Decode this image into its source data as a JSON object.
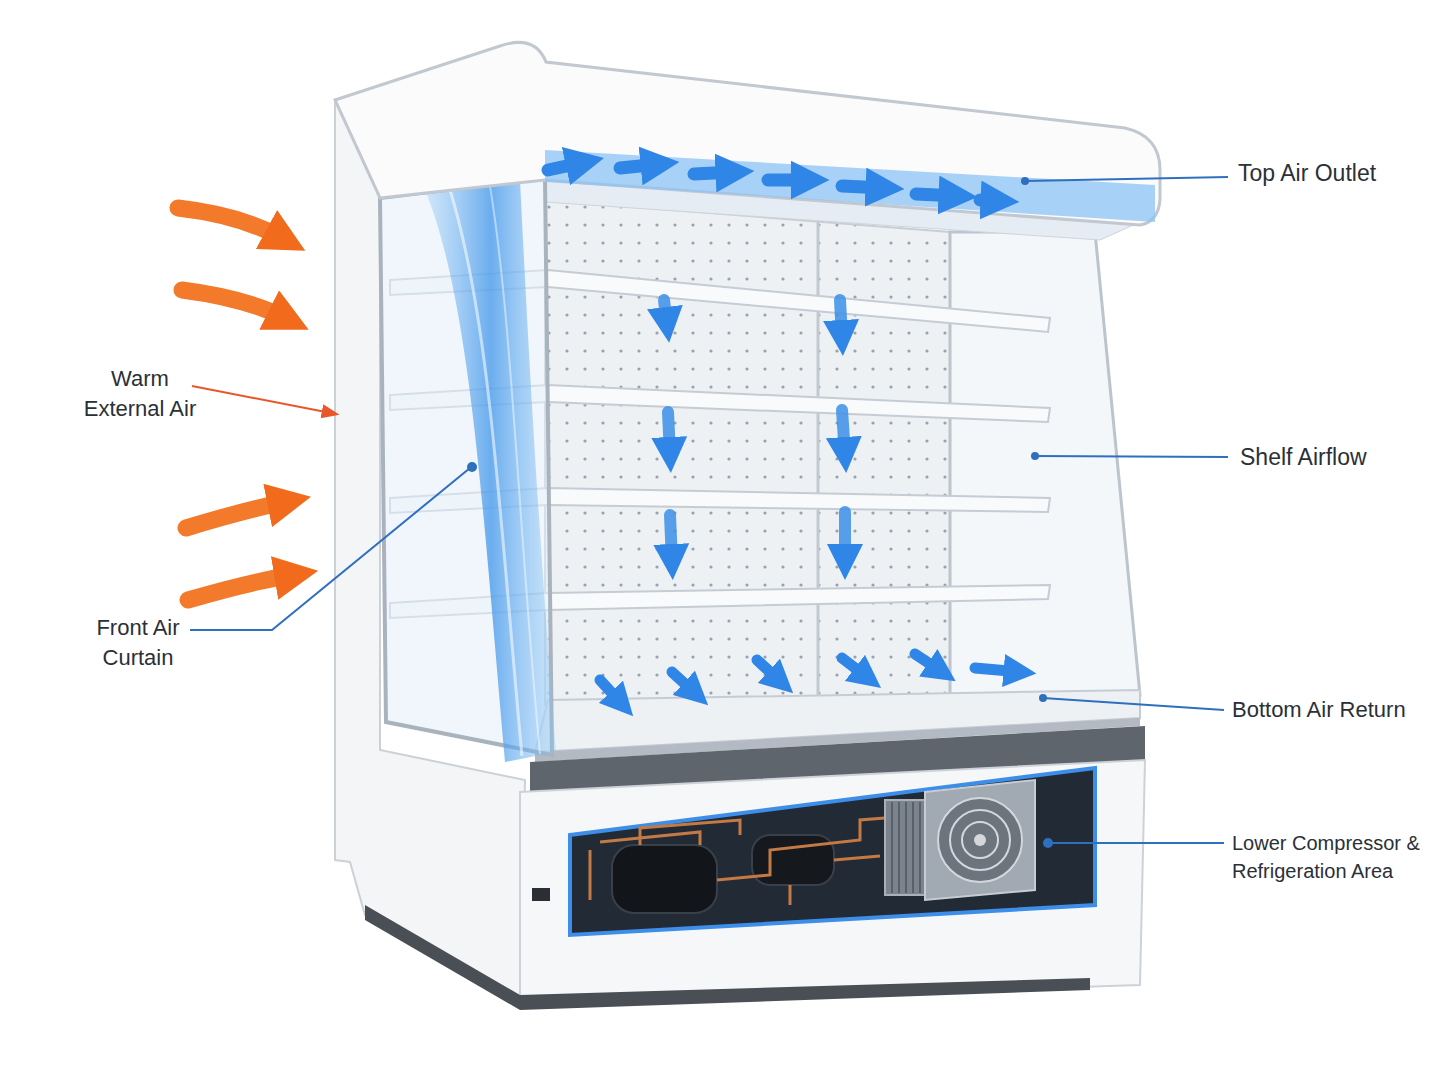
{
  "diagram": {
    "labels": [
      "Top Air Outlet",
      "Warm External Air",
      "Shelf Airflow",
      "Front Air Curtain",
      "Bottom Air Return",
      "Lower Compressor & Refrigeration Area"
    ]
  }
}
